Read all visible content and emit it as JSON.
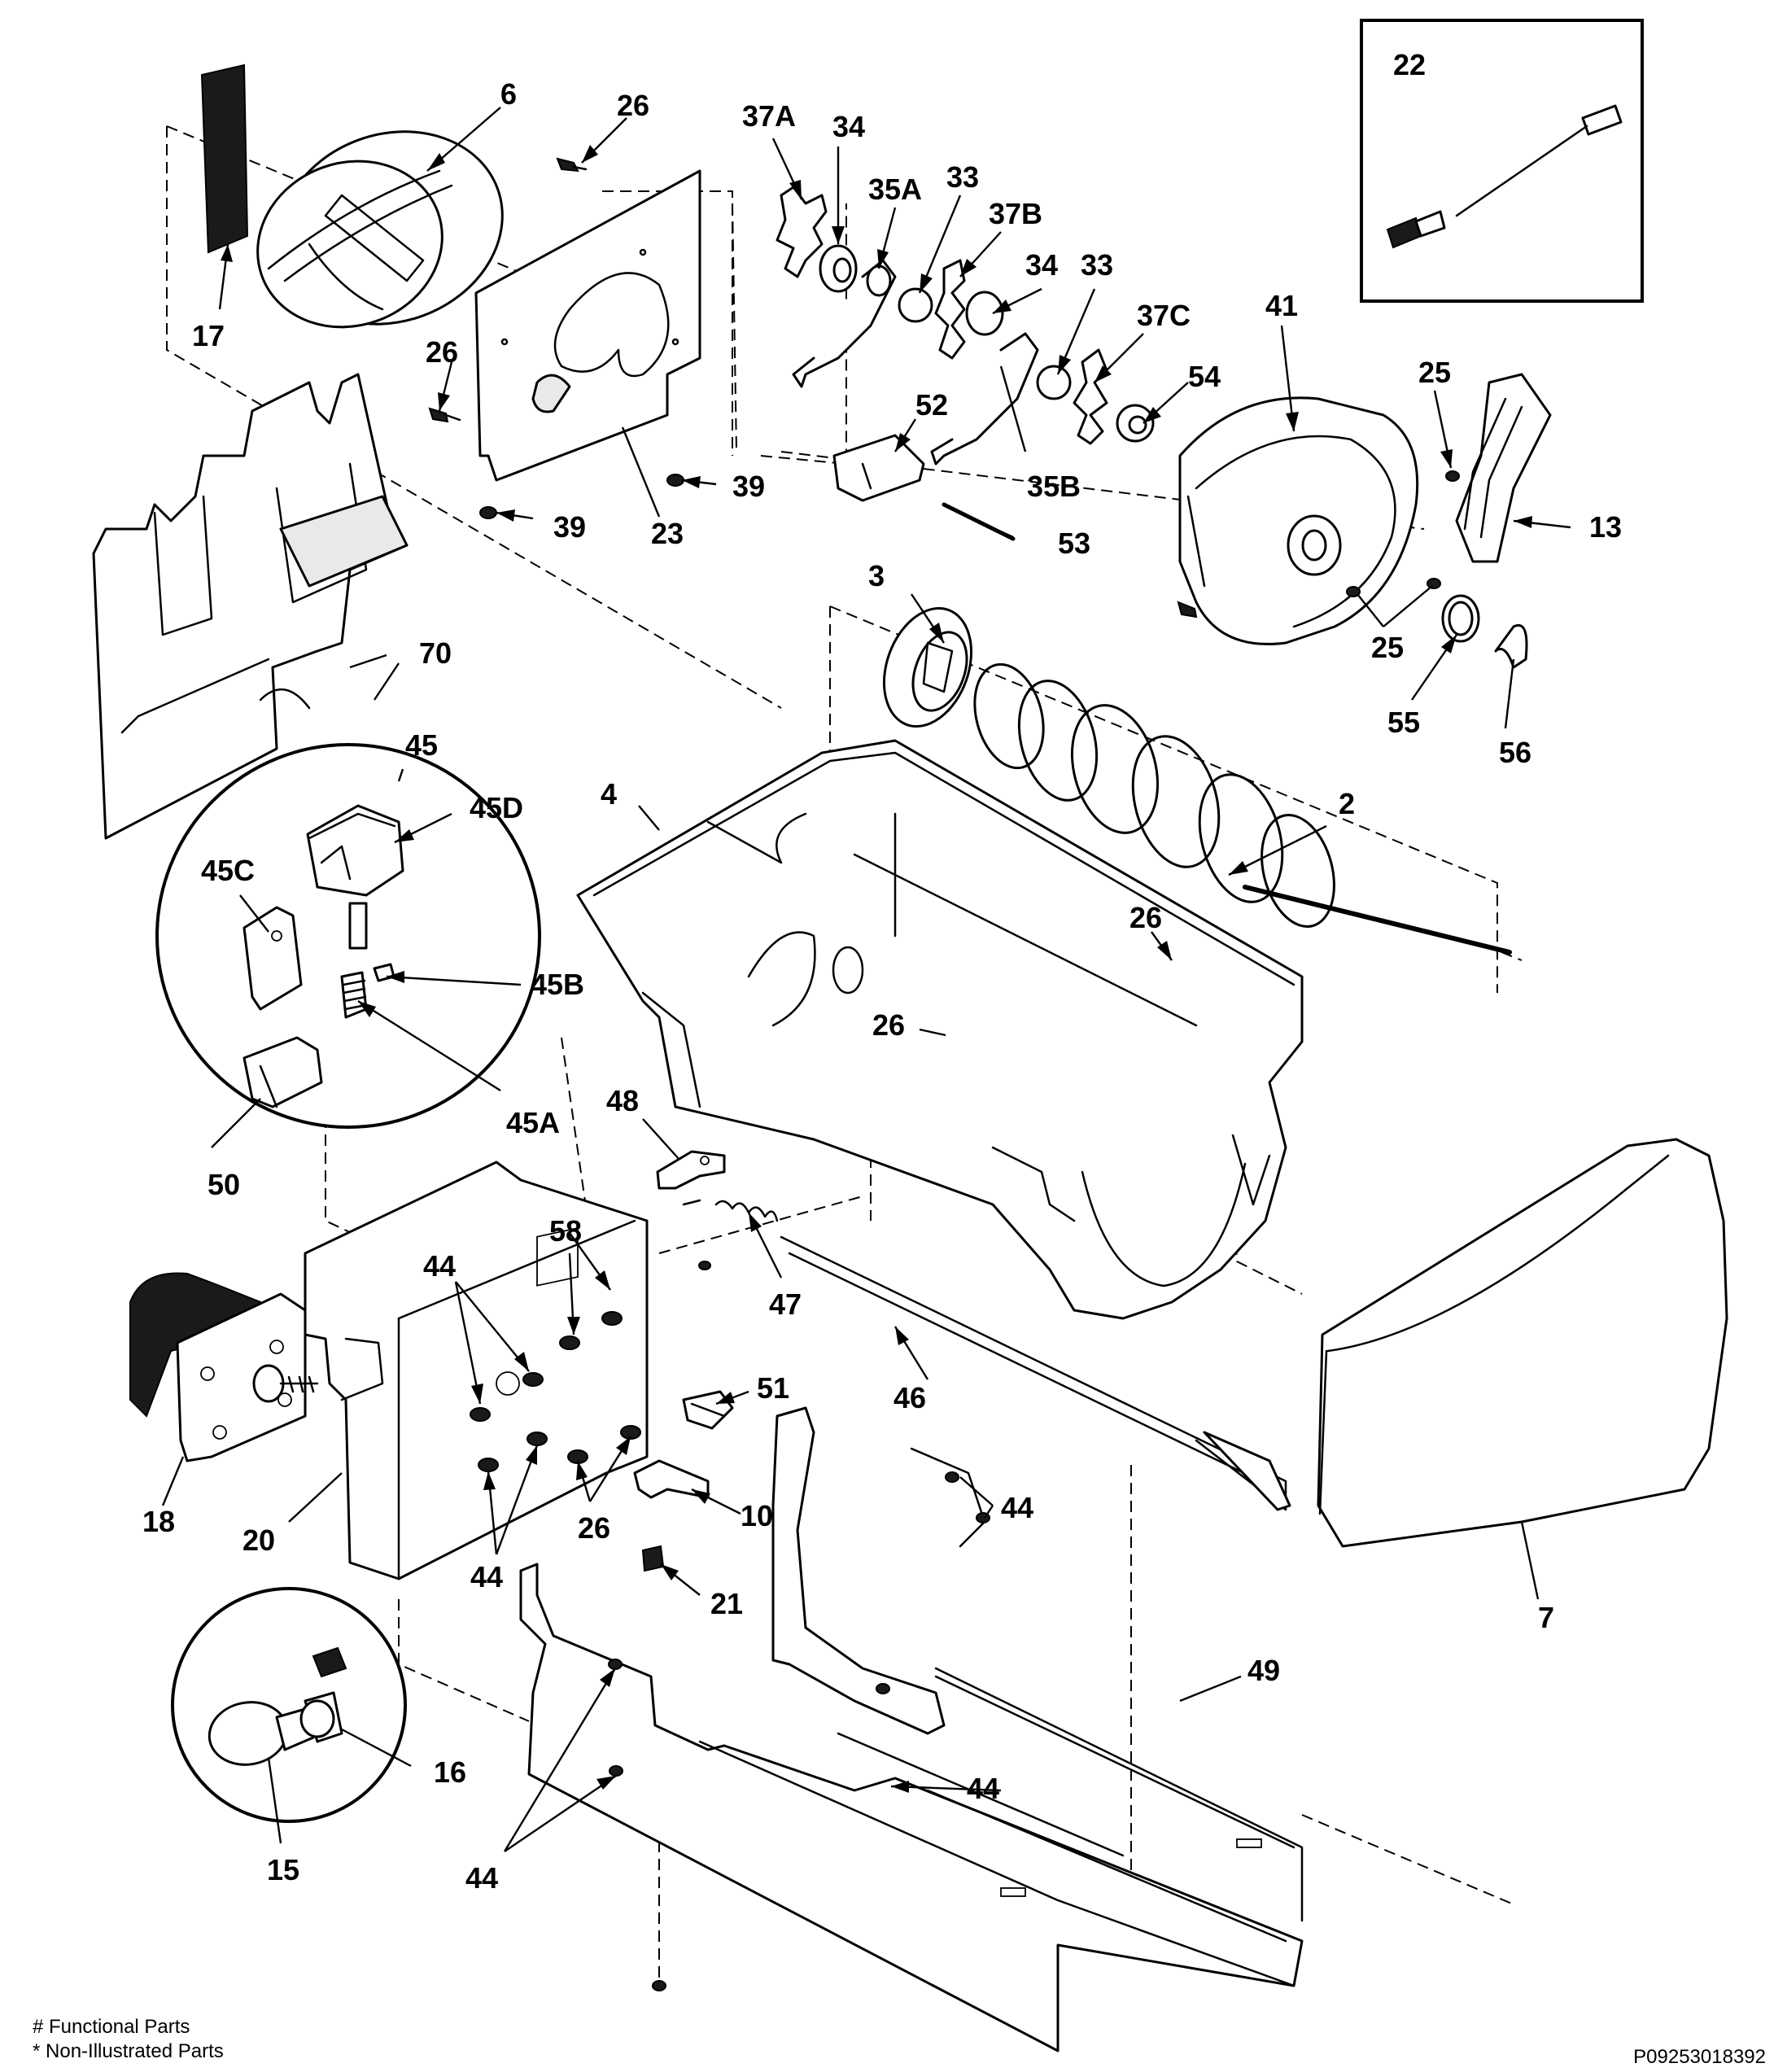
{
  "callouts": {
    "c6": "6",
    "c26a": "26",
    "c37A": "37A",
    "c34a": "34",
    "c35A": "35A",
    "c33a": "33",
    "c37B": "37B",
    "c34b": "34",
    "c33b": "33",
    "c37C": "37C",
    "c22": "22",
    "c17": "17",
    "c26b": "26",
    "c41": "41",
    "c25a": "25",
    "c54": "54",
    "c52": "52",
    "c39a": "39",
    "c39b": "39",
    "c23": "23",
    "c35B": "35B",
    "c13": "13",
    "c53": "53",
    "c3": "3",
    "c25b": "25",
    "c55": "55",
    "c56": "56",
    "c70": "70",
    "c45": "45",
    "c45D": "45D",
    "c4": "4",
    "c2": "2",
    "c45C": "45C",
    "c26c": "26",
    "c45B": "45B",
    "c26d": "26",
    "c45A": "45A",
    "c48": "48",
    "c50": "50",
    "c58": "58",
    "c44a": "44",
    "c47": "47",
    "c51": "51",
    "c46": "46",
    "c10": "10",
    "c44b": "44",
    "c18": "18",
    "c20": "20",
    "c26e": "26",
    "c44c": "44",
    "c21": "21",
    "c7": "7",
    "c49": "49",
    "c16": "16",
    "c44d": "44",
    "c44e": "44",
    "c15": "15"
  },
  "footnotes": {
    "functional": "# Functional Parts",
    "non_illustrated": "* Non-Illustrated Parts"
  },
  "doc_id": "P09253018392"
}
